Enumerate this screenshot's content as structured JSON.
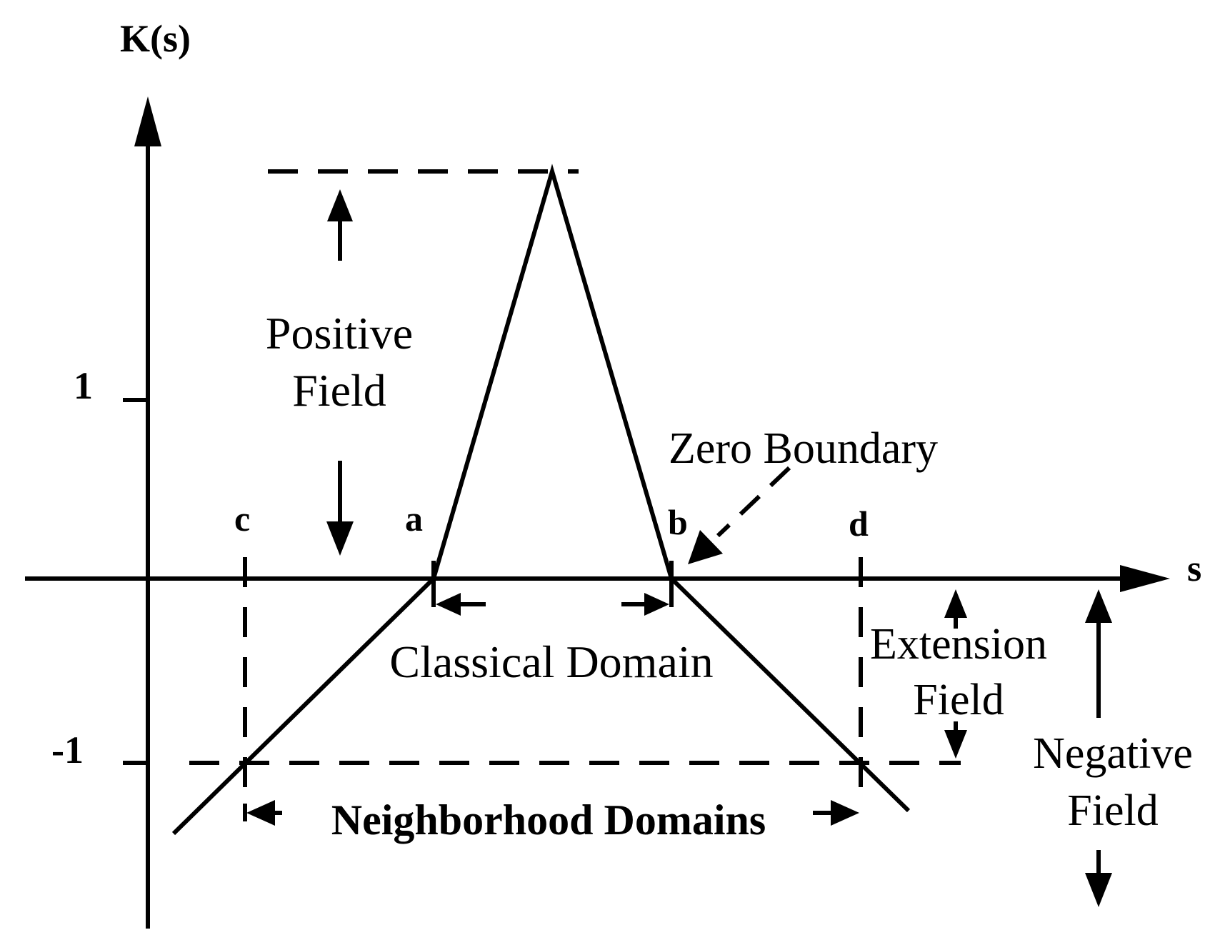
{
  "axes": {
    "y_label": "K(s)",
    "x_label": "s",
    "tick_pos": "1",
    "tick_neg": "-1"
  },
  "points": {
    "a": "a",
    "b": "b",
    "c": "c",
    "d": "d"
  },
  "labels": {
    "positive_field_1": "Positive",
    "positive_field_2": "Field",
    "zero_boundary": "Zero Boundary",
    "classical_domain": "Classical Domain",
    "extension_field_1": "Extension",
    "extension_field_2": "Field",
    "negative_field_1": "Negative",
    "negative_field_2": "Field",
    "neighborhood_domains": "Neighborhood Domains"
  }
}
